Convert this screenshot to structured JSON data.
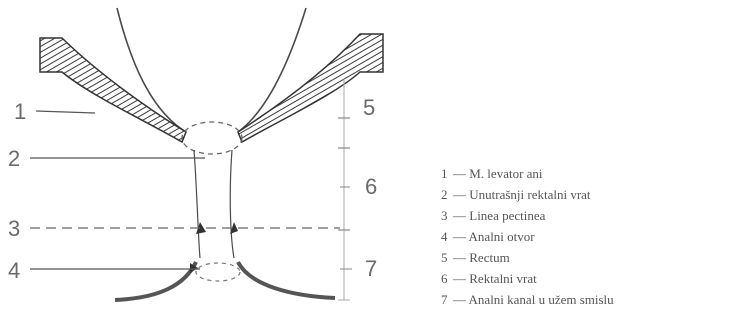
{
  "figure": {
    "labels_left": [
      "1",
      "2",
      "3",
      "4"
    ],
    "labels_right": [
      "5",
      "6",
      "7"
    ],
    "legend": [
      {
        "num": "1",
        "text": "— M. levator ani"
      },
      {
        "num": "2",
        "text": "— Unutrašnji rektalni vrat"
      },
      {
        "num": "3",
        "text": "— Linea pectinea"
      },
      {
        "num": "4",
        "text": "— Analni otvor"
      },
      {
        "num": "5",
        "text": "— Rectum"
      },
      {
        "num": "6",
        "text": "— Rektalni vrat"
      },
      {
        "num": "7",
        "text": "— Analni kanal u užem smislu"
      }
    ]
  }
}
